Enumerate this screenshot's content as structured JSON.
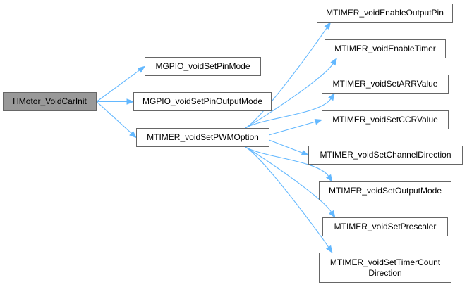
{
  "graph": {
    "edge_color": "#63b8ff",
    "root_fill": "#999999",
    "node_fill": "#ffffff",
    "node_border": "#666666",
    "nodes": {
      "root": {
        "label": "HMotor_VoidCarInit"
      },
      "set_pin_mode": {
        "label": "MGPIO_voidSetPinMode"
      },
      "set_pin_output_mode": {
        "label": "MGPIO_voidSetPinOutputMode"
      },
      "set_pwm_option": {
        "label": "MTIMER_voidSetPWMOption"
      },
      "enable_output_pin": {
        "label": "MTIMER_voidEnableOutputPin"
      },
      "enable_timer": {
        "label": "MTIMER_voidEnableTimer"
      },
      "set_arr_value": {
        "label": "MTIMER_voidSetARRValue"
      },
      "set_ccr_value": {
        "label": "MTIMER_voidSetCCRValue"
      },
      "set_channel_direction": {
        "label": "MTIMER_voidSetChannelDirection"
      },
      "set_output_mode": {
        "label": "MTIMER_voidSetOutputMode"
      },
      "set_prescaler": {
        "label": "MTIMER_voidSetPrescaler"
      },
      "set_timer_count_direction": {
        "label_line1": "MTIMER_voidSetTimerCount",
        "label_line2": "Direction"
      }
    },
    "edges": [
      [
        "root",
        "set_pin_mode"
      ],
      [
        "root",
        "set_pin_output_mode"
      ],
      [
        "root",
        "set_pwm_option"
      ],
      [
        "set_pwm_option",
        "enable_output_pin"
      ],
      [
        "set_pwm_option",
        "enable_timer"
      ],
      [
        "set_pwm_option",
        "set_arr_value"
      ],
      [
        "set_pwm_option",
        "set_ccr_value"
      ],
      [
        "set_pwm_option",
        "set_channel_direction"
      ],
      [
        "set_pwm_option",
        "set_output_mode"
      ],
      [
        "set_pwm_option",
        "set_prescaler"
      ],
      [
        "set_pwm_option",
        "set_timer_count_direction"
      ]
    ]
  }
}
